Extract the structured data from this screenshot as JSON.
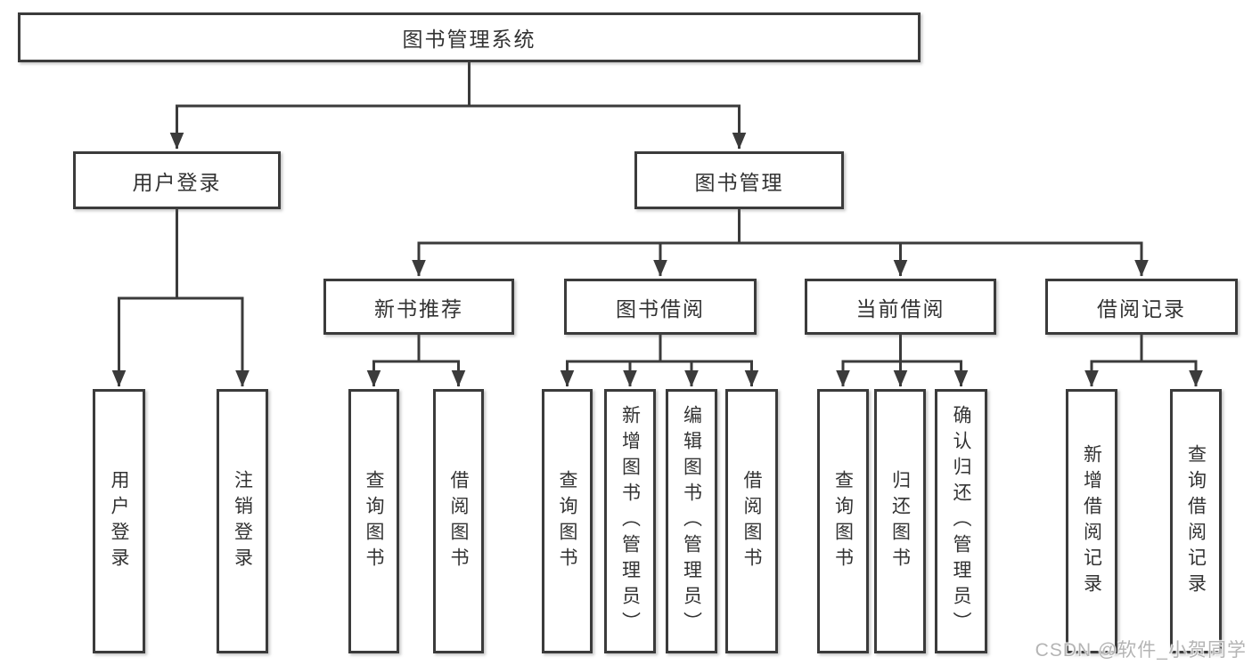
{
  "tree": {
    "root_label": "图书管理系统",
    "level2": [
      {
        "label": "用户登录",
        "leaves": [
          "用户登录",
          "注销登录"
        ]
      },
      {
        "label": "图书管理",
        "groups": [
          {
            "label": "新书推荐",
            "leaves": [
              "查询图书",
              "借阅图书"
            ]
          },
          {
            "label": "图书借阅",
            "leaves": [
              "查询图书",
              "新增图书（管理员）",
              "编辑图书（管理员）",
              "借阅图书"
            ]
          },
          {
            "label": "当前借阅",
            "leaves": [
              "查询图书",
              "归还图书",
              "确认归还（管理员）"
            ]
          },
          {
            "label": "借阅记录",
            "leaves": [
              "新增借阅记录",
              "查询借阅记录"
            ]
          }
        ]
      }
    ]
  },
  "watermark": {
    "text": "CSDN @软件_小贺同学"
  },
  "colors": {
    "line": "#3b3b3b",
    "text": "#333333",
    "background": "#ffffff",
    "watermark": "#b4b4b4"
  }
}
